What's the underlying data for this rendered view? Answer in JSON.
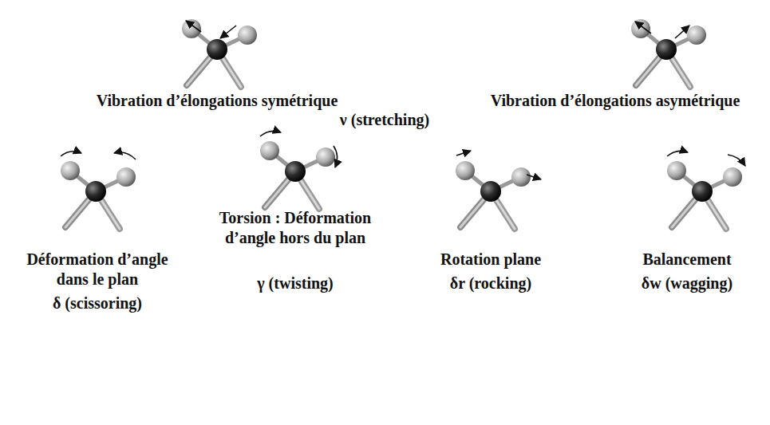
{
  "diagram": {
    "labels": [
      "Vibration d’élongations symétrique",
      "Vibration d’élongations asymétrique",
      "ν (stretching)",
      "Déformation d’angle dans le plan",
      "δ (scissoring)",
      "Torsion : Déformation d’angle hors du plan",
      "γ (twisting)",
      "Rotation plane",
      "δr (rocking)",
      "Balancement",
      "δw (wagging)"
    ]
  }
}
